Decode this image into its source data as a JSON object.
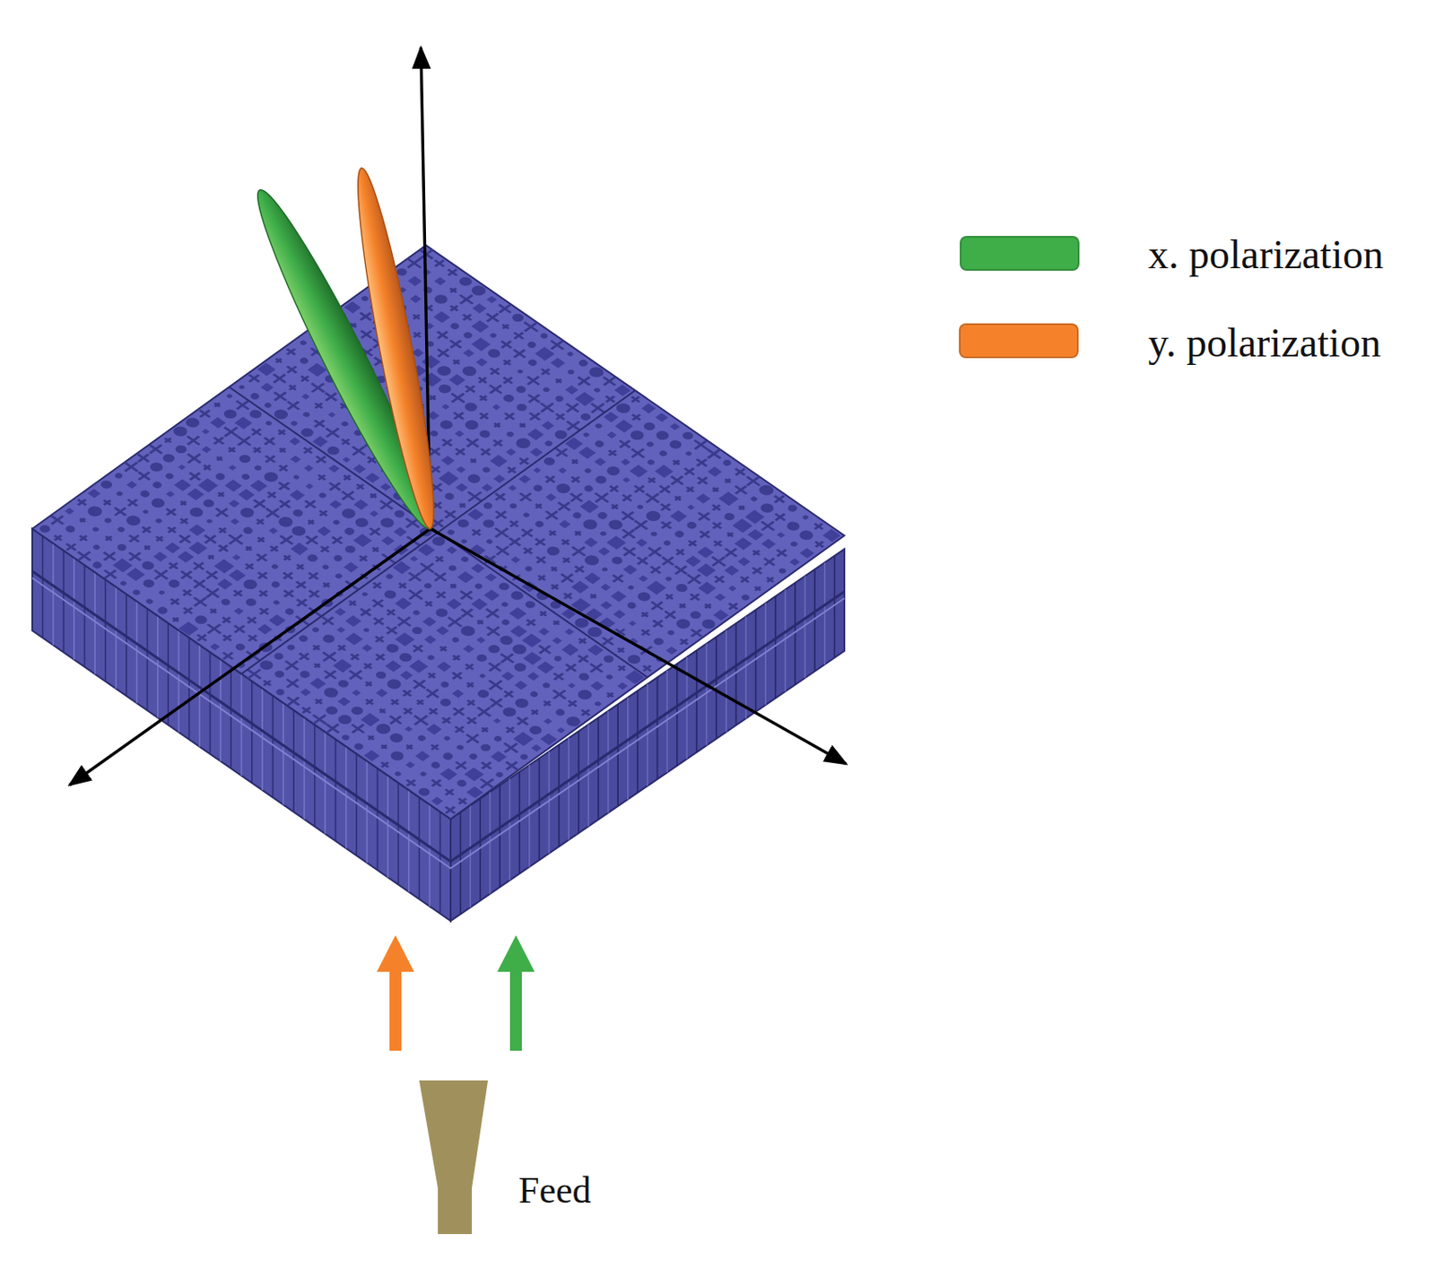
{
  "diagram": {
    "labels": [
      "Feed"
    ],
    "legend": [
      {
        "text": "x. polarization",
        "color": "#3fae49"
      },
      {
        "text": "y. polarization",
        "color": "#f5822a"
      }
    ]
  }
}
